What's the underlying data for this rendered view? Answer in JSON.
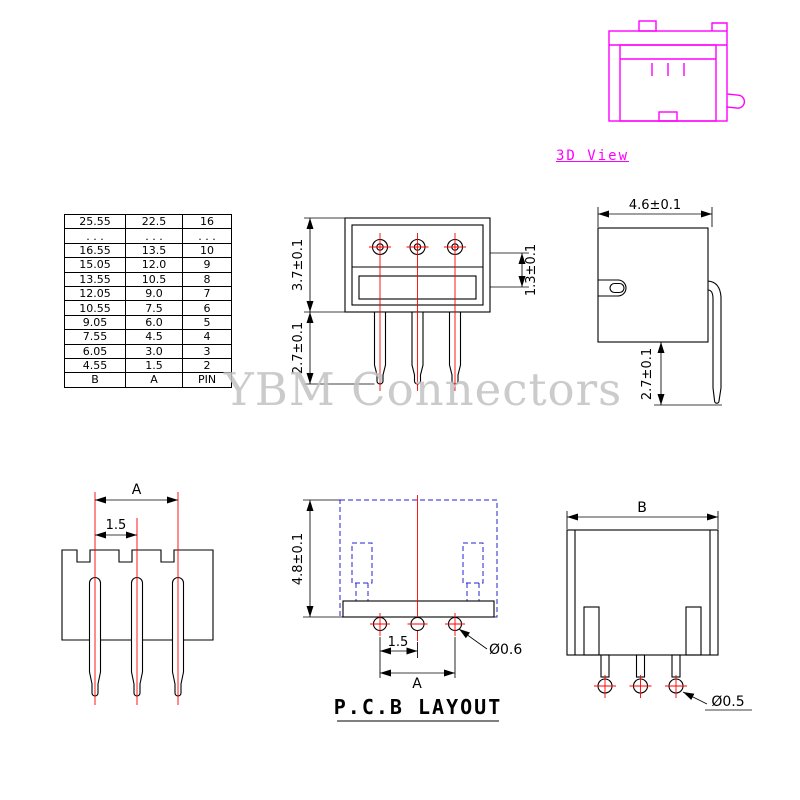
{
  "watermark": {
    "text": "YBM Connectors"
  },
  "view3d": {
    "label": "3D View"
  },
  "table": {
    "headers": [
      "B",
      "A",
      "PIN"
    ],
    "rows": [
      [
        "25.55",
        "22.5",
        "16"
      ],
      [
        ". . .",
        ". . .",
        ". . ."
      ],
      [
        "16.55",
        "13.5",
        "10"
      ],
      [
        "15.05",
        "12.0",
        "9"
      ],
      [
        "13.55",
        "10.5",
        "8"
      ],
      [
        "12.05",
        "9.0",
        "7"
      ],
      [
        "10.55",
        "7.5",
        "6"
      ],
      [
        "9.05",
        "6.0",
        "5"
      ],
      [
        "7.55",
        "4.5",
        "4"
      ],
      [
        "6.05",
        "3.0",
        "3"
      ],
      [
        "4.55",
        "1.5",
        "2"
      ]
    ]
  },
  "front_view": {
    "dim_body_height": "3.7±0.1",
    "dim_pin_length": "2.7±0.1",
    "dim_slot_height": "1.3±0.1"
  },
  "side_view": {
    "dim_depth": "4.6±0.1",
    "dim_pin_length": "2.7±0.1"
  },
  "bottom_view": {
    "dim_span_label": "A",
    "dim_pitch": "1.5"
  },
  "pcb_layout": {
    "title": "P.C.B LAYOUT",
    "dim_height": "4.8±0.1",
    "dim_pitch": "1.5",
    "dim_span_label": "A",
    "dim_hole_dia": "Ø0.6"
  },
  "rear_view": {
    "dim_width_label": "B",
    "dim_hole_dia": "Ø0.5"
  },
  "colors": {
    "object_line": "#000000",
    "center_line": "#ff0000",
    "pcb_dashed": "#2323d6",
    "view3d": "#ff00ff",
    "watermark": "#c3c3c3"
  }
}
